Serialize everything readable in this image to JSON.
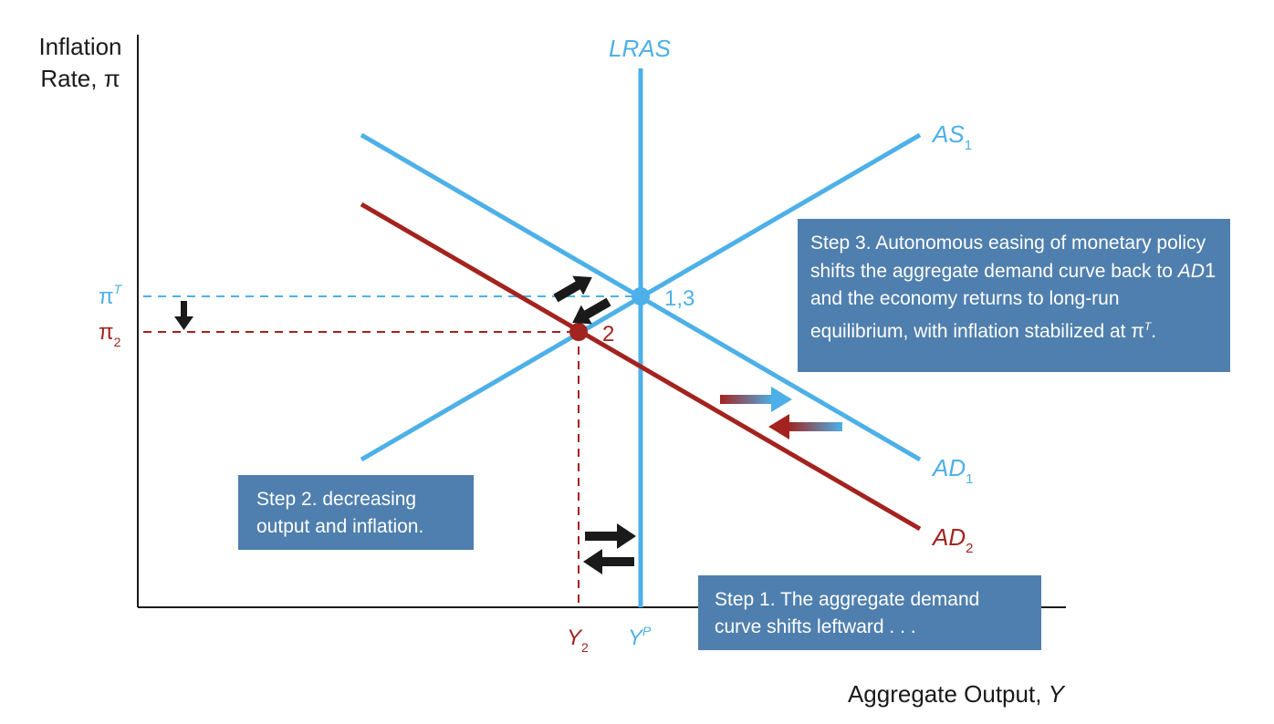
{
  "axes": {
    "y_title_line1": "Inflation",
    "y_title_line2": "Rate, π",
    "x_title": "Aggregate Output, ",
    "x_title_var": "Y"
  },
  "curves": {
    "lras": "LRAS",
    "as1": "AS",
    "as1_sub": "1",
    "ad1": "AD",
    "ad1_sub": "1",
    "ad2": "AD",
    "ad2_sub": "2"
  },
  "ticks": {
    "pi_target": "π",
    "pi_target_sup": "T",
    "pi2": "π",
    "pi2_sub": "2",
    "y2": "Y",
    "y2_sub": "2",
    "yp": "Y",
    "yp_sup": "P"
  },
  "points": {
    "point_13": "1,3",
    "point_2": "2"
  },
  "steps": {
    "step1": "Step 1. The aggregate demand curve shifts leftward . . .",
    "step2": "Step 2. decreasing output and inflation.",
    "step3_pre": "Step 3. Autonomous easing of monetary policy shifts the aggregate demand curve back to ",
    "step3_ad": "AD",
    "step3_ad_sub": "1",
    "step3_mid": " and the economy returns to long-run equilibrium, with inflation stabilized at ",
    "step3_pi": "π",
    "step3_pi_sup": "T",
    "step3_end": "."
  },
  "colors": {
    "blue": "#4db0e8",
    "red": "#a3231f",
    "box": "#4f7fae",
    "arrow_dark": "#1a1a1a"
  }
}
